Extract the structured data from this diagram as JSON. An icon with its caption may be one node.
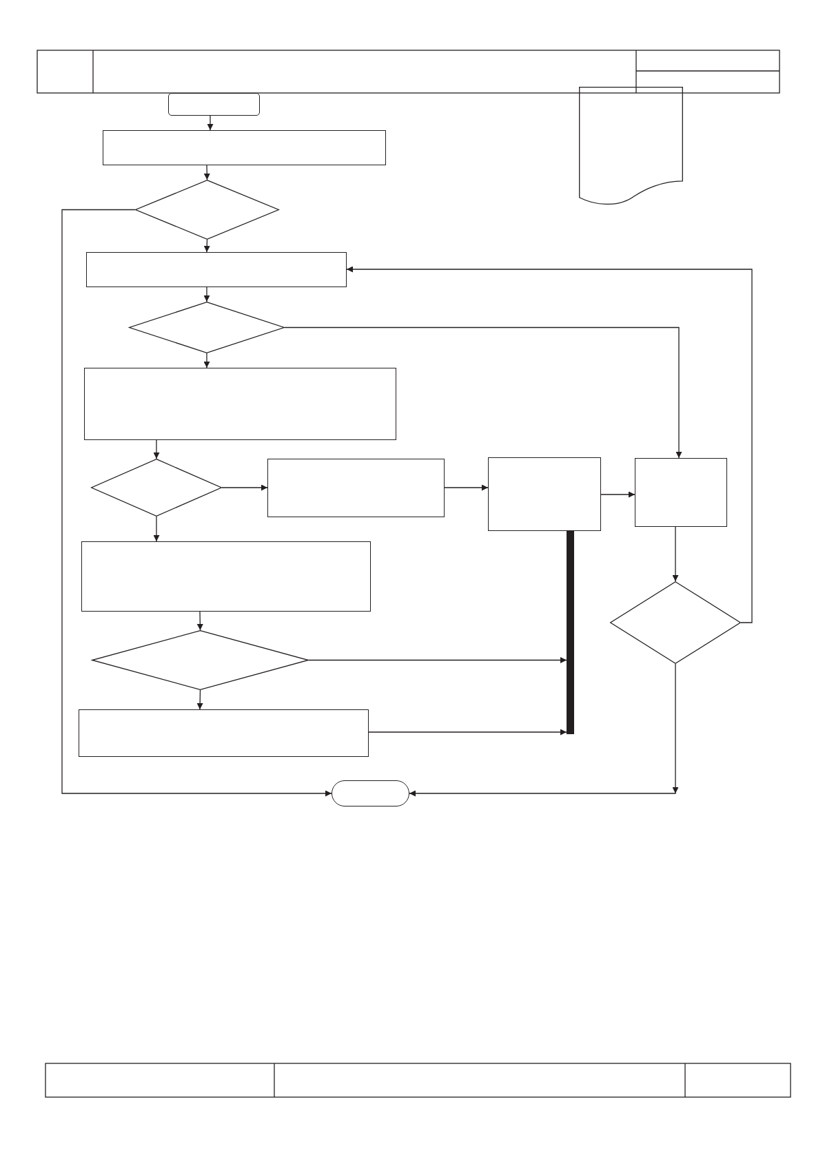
{
  "diagram": {
    "nodes": [
      {
        "text": [],
        "shape": "terminal"
      },
      {
        "text": [],
        "shape": "document"
      },
      {
        "text": [],
        "shape": "box"
      },
      {
        "text": [],
        "shape": "diamond"
      },
      {
        "text": [],
        "shape": "box"
      },
      {
        "text": [],
        "shape": "diamond"
      },
      {
        "text": [],
        "shape": "box"
      },
      {
        "text": [],
        "shape": "diamond"
      },
      {
        "text": [],
        "shape": "box"
      },
      {
        "text": [],
        "shape": "box"
      },
      {
        "text": [],
        "shape": "box"
      },
      {
        "text": [],
        "shape": "bar"
      },
      {
        "text": [],
        "shape": "box"
      },
      {
        "text": [],
        "shape": "diamond"
      },
      {
        "text": [],
        "shape": "diamond"
      },
      {
        "text": [],
        "shape": "box"
      },
      {
        "text": [],
        "shape": "terminal"
      }
    ],
    "edges": [
      {
        "from": 0,
        "to": 2,
        "arrow": "to"
      },
      {
        "from": 2,
        "to": 3,
        "arrow": "to"
      },
      {
        "from": 3,
        "to": 16,
        "arrow": "to"
      },
      {
        "from": 3,
        "to": 4,
        "arrow": "to"
      },
      {
        "from": 4,
        "to": 5,
        "arrow": "to"
      },
      {
        "from": 5,
        "to": 10,
        "arrow": "to"
      },
      {
        "from": 5,
        "to": 6,
        "arrow": "to"
      },
      {
        "from": 6,
        "to": 7,
        "arrow": "to"
      },
      {
        "from": 7,
        "to": 8,
        "arrow": "to"
      },
      {
        "from": 8,
        "to": 9,
        "arrow": "to"
      },
      {
        "from": 9,
        "to": 10,
        "arrow": "to"
      },
      {
        "from": 7,
        "to": 12,
        "arrow": "to"
      },
      {
        "from": 12,
        "to": 14,
        "arrow": "to"
      },
      {
        "from": 14,
        "to": 11,
        "arrow": "to"
      },
      {
        "from": 14,
        "to": 15,
        "arrow": "to"
      },
      {
        "from": 15,
        "to": 11,
        "arrow": "to"
      },
      {
        "from": 10,
        "to": 13,
        "arrow": "to"
      },
      {
        "from": 13,
        "to": 4,
        "arrow": "to"
      },
      {
        "from": 13,
        "to": 16,
        "arrow": "to"
      }
    ]
  }
}
